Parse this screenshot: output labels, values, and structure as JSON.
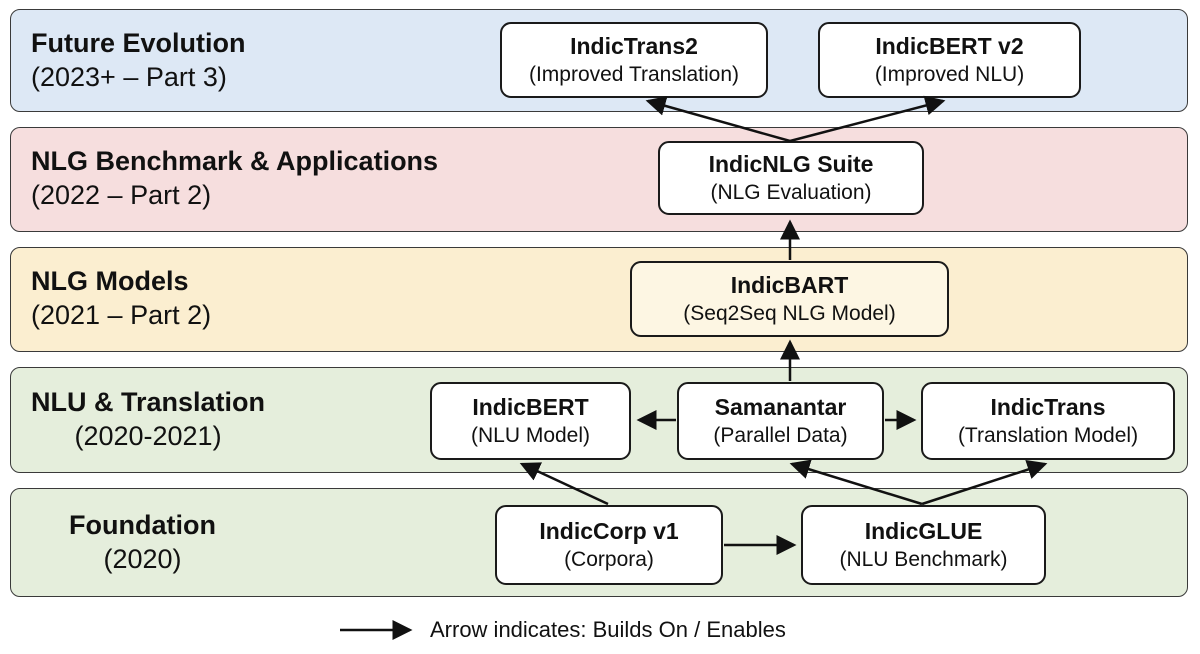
{
  "colors": {
    "future_band": "#dde8f5",
    "nlg_bench_band": "#f6dede",
    "nlg_models_band": "#fbeed0",
    "nlu_band": "#e5eedc",
    "foundation_band": "#e5eedc",
    "indicbart_fill": "#fdf6e3",
    "arrow": "#111111"
  },
  "bands": {
    "future": {
      "title": "Future Evolution",
      "subtitle": "(2023+ – Part 3)"
    },
    "nlg_bench": {
      "title": "NLG Benchmark & Applications",
      "subtitle": "(2022 – Part 2)"
    },
    "nlg_models": {
      "title": "NLG Models",
      "subtitle": "(2021 – Part 2)"
    },
    "nlu": {
      "title": "NLU & Translation",
      "subtitle": "(2020-2021)"
    },
    "foundation": {
      "title": "Foundation",
      "subtitle": "(2020)"
    }
  },
  "nodes": {
    "indictrans2": {
      "title": "IndicTrans2",
      "subtitle": "(Improved Translation)"
    },
    "indicbert_v2": {
      "title": "IndicBERT v2",
      "subtitle": "(Improved NLU)"
    },
    "indicnlg": {
      "title": "IndicNLG Suite",
      "subtitle": "(NLG Evaluation)"
    },
    "indicbart": {
      "title": "IndicBART",
      "subtitle": "(Seq2Seq NLG Model)"
    },
    "indicbert": {
      "title": "IndicBERT",
      "subtitle": "(NLU Model)"
    },
    "samanantar": {
      "title": "Samanantar",
      "subtitle": "(Parallel Data)"
    },
    "indictrans": {
      "title": "IndicTrans",
      "subtitle": "(Translation Model)"
    },
    "indiccorp": {
      "title": "IndicCorp v1",
      "subtitle": "(Corpora)"
    },
    "indicglue": {
      "title": "IndicGLUE",
      "subtitle": "(NLU Benchmark)"
    }
  },
  "legend": {
    "text": "Arrow indicates: Builds On / Enables"
  }
}
